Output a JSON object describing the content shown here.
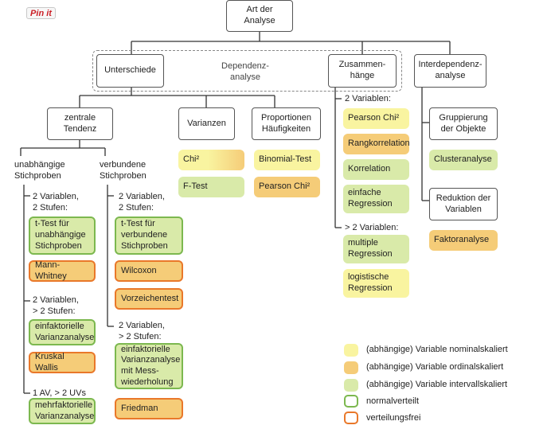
{
  "pin_button": "Pin it",
  "root": "Art der\nAnalyse",
  "unterschiede": "Unterschiede",
  "dependenz": "Dependenz-\nanalyse",
  "zusammenhaenge": "Zusammen-\nhänge",
  "interdependenz": "Interdependenz-\nanalyse",
  "zentrale_tendenz": "zentrale\nTendenz",
  "varianzen": "Varianzen",
  "proportionen": "Proportionen\nHäufigkeiten",
  "unabhaengig": "unabhängige\nStichproben",
  "verbunden": "verbundene\nStichproben",
  "u_2v2s": "2 Variablen,\n2 Stufen:",
  "u_2vg2s": "2 Variablen,\n> 2 Stufen:",
  "u_1av": "1 AV, > 2 UVs",
  "v_2v2s": "2 Variablen,\n2 Stufen:",
  "v_2vg2s": "2 Variablen,\n> 2 Stufen:",
  "t_unabh": "t-Test für\nunabhängige\nStichproben",
  "mann_whitney": "Mann-Whitney",
  "einf_var": "einfaktorielle\nVarianzanalyse",
  "kruskal": "Kruskal Wallis",
  "mehrf_var": "mehrfaktorielle\nVarianzanalyse",
  "t_verb": "t-Test für\nverbundene\nStichproben",
  "wilcoxon": "Wilcoxon",
  "vorzeichen": "Vorzeichentest",
  "einf_var_mw": "einfaktorielle\nVarianzanalyse\nmit Mess-\nwiederholung",
  "friedman": "Friedman",
  "chi2": "Chi²",
  "f_test": "F-Test",
  "binomial": "Binomial-Test",
  "pearson_chi2_prop": "Pearson Chi²",
  "z_2var": "2 Variablen:",
  "pearson_chi2": "Pearson Chi²",
  "rangkorrelation": "Rangkorrelation",
  "korrelation": "Korrelation",
  "einf_reg": "einfache\nRegression",
  "z_g2var": "> 2 Variablen:",
  "mult_reg": "multiple\nRegression",
  "log_reg": "logistische\nRegression",
  "gruppierung": "Gruppierung\nder Objekte",
  "clusteranalyse": "Clusteranalyse",
  "reduktion": "Reduktion der\nVariablen",
  "faktoranalyse": "Faktoranalyse",
  "legend": {
    "nominal": "(abhängige) Variable nominalskaliert",
    "ordinal": "(abhängige) Variable ordinalskaliert",
    "intervall": "(abhängige) Variable intervallskaliert",
    "normal": "normalverteilt",
    "frei": "verteilungsfrei"
  },
  "colors": {
    "nominal": "#f9f4a0",
    "ordinal": "#f5cc78",
    "intervall": "#d9eaa9",
    "normal_border": "#7cb84f",
    "frei_border": "#e9782a"
  }
}
